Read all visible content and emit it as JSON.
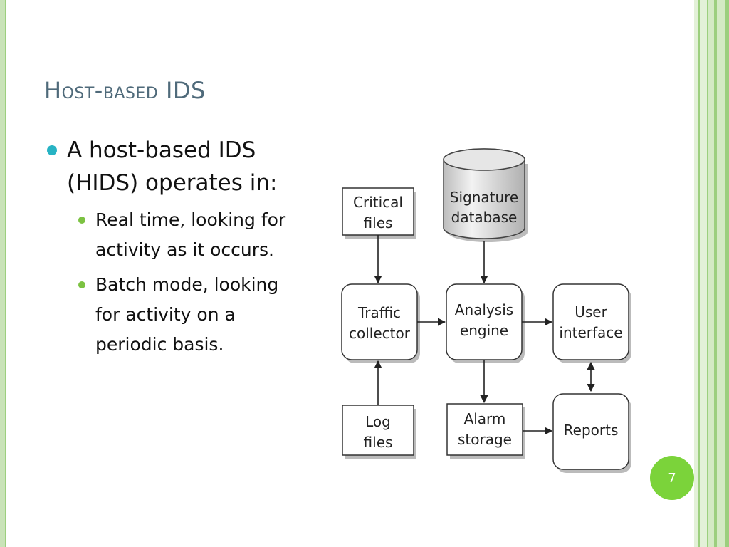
{
  "slide": {
    "title": "Host-based IDS",
    "page_number": "7"
  },
  "bullets": {
    "main": {
      "line1": "A host-based IDS",
      "line2": "(HIDS) operates in:"
    },
    "sub": [
      {
        "line1": "Real time, looking for",
        "line2": "activity as it occurs."
      },
      {
        "line1": "Batch mode, looking",
        "line2": "for activity on a",
        "line3": "periodic basis."
      }
    ]
  },
  "diagram": {
    "nodes": {
      "signature_db": {
        "line1": "Signature",
        "line2": "database"
      },
      "critical_files": {
        "line1": "Critical",
        "line2": "files"
      },
      "traffic_collector": {
        "line1": "Traffic",
        "line2": "collector"
      },
      "analysis_engine": {
        "line1": "Analysis",
        "line2": "engine"
      },
      "user_interface": {
        "line1": "User",
        "line2": "interface"
      },
      "log_files": {
        "line1": "Log",
        "line2": "files"
      },
      "alarm_storage": {
        "line1": "Alarm",
        "line2": "storage"
      },
      "reports": {
        "line1": "Reports"
      }
    }
  },
  "colors": {
    "title": "#4f6a7a",
    "bullet_main": "#27b3c4",
    "bullet_sub": "#7cc242",
    "frame_green": "#9ccf7e",
    "page_badge": "#7bd33a"
  }
}
